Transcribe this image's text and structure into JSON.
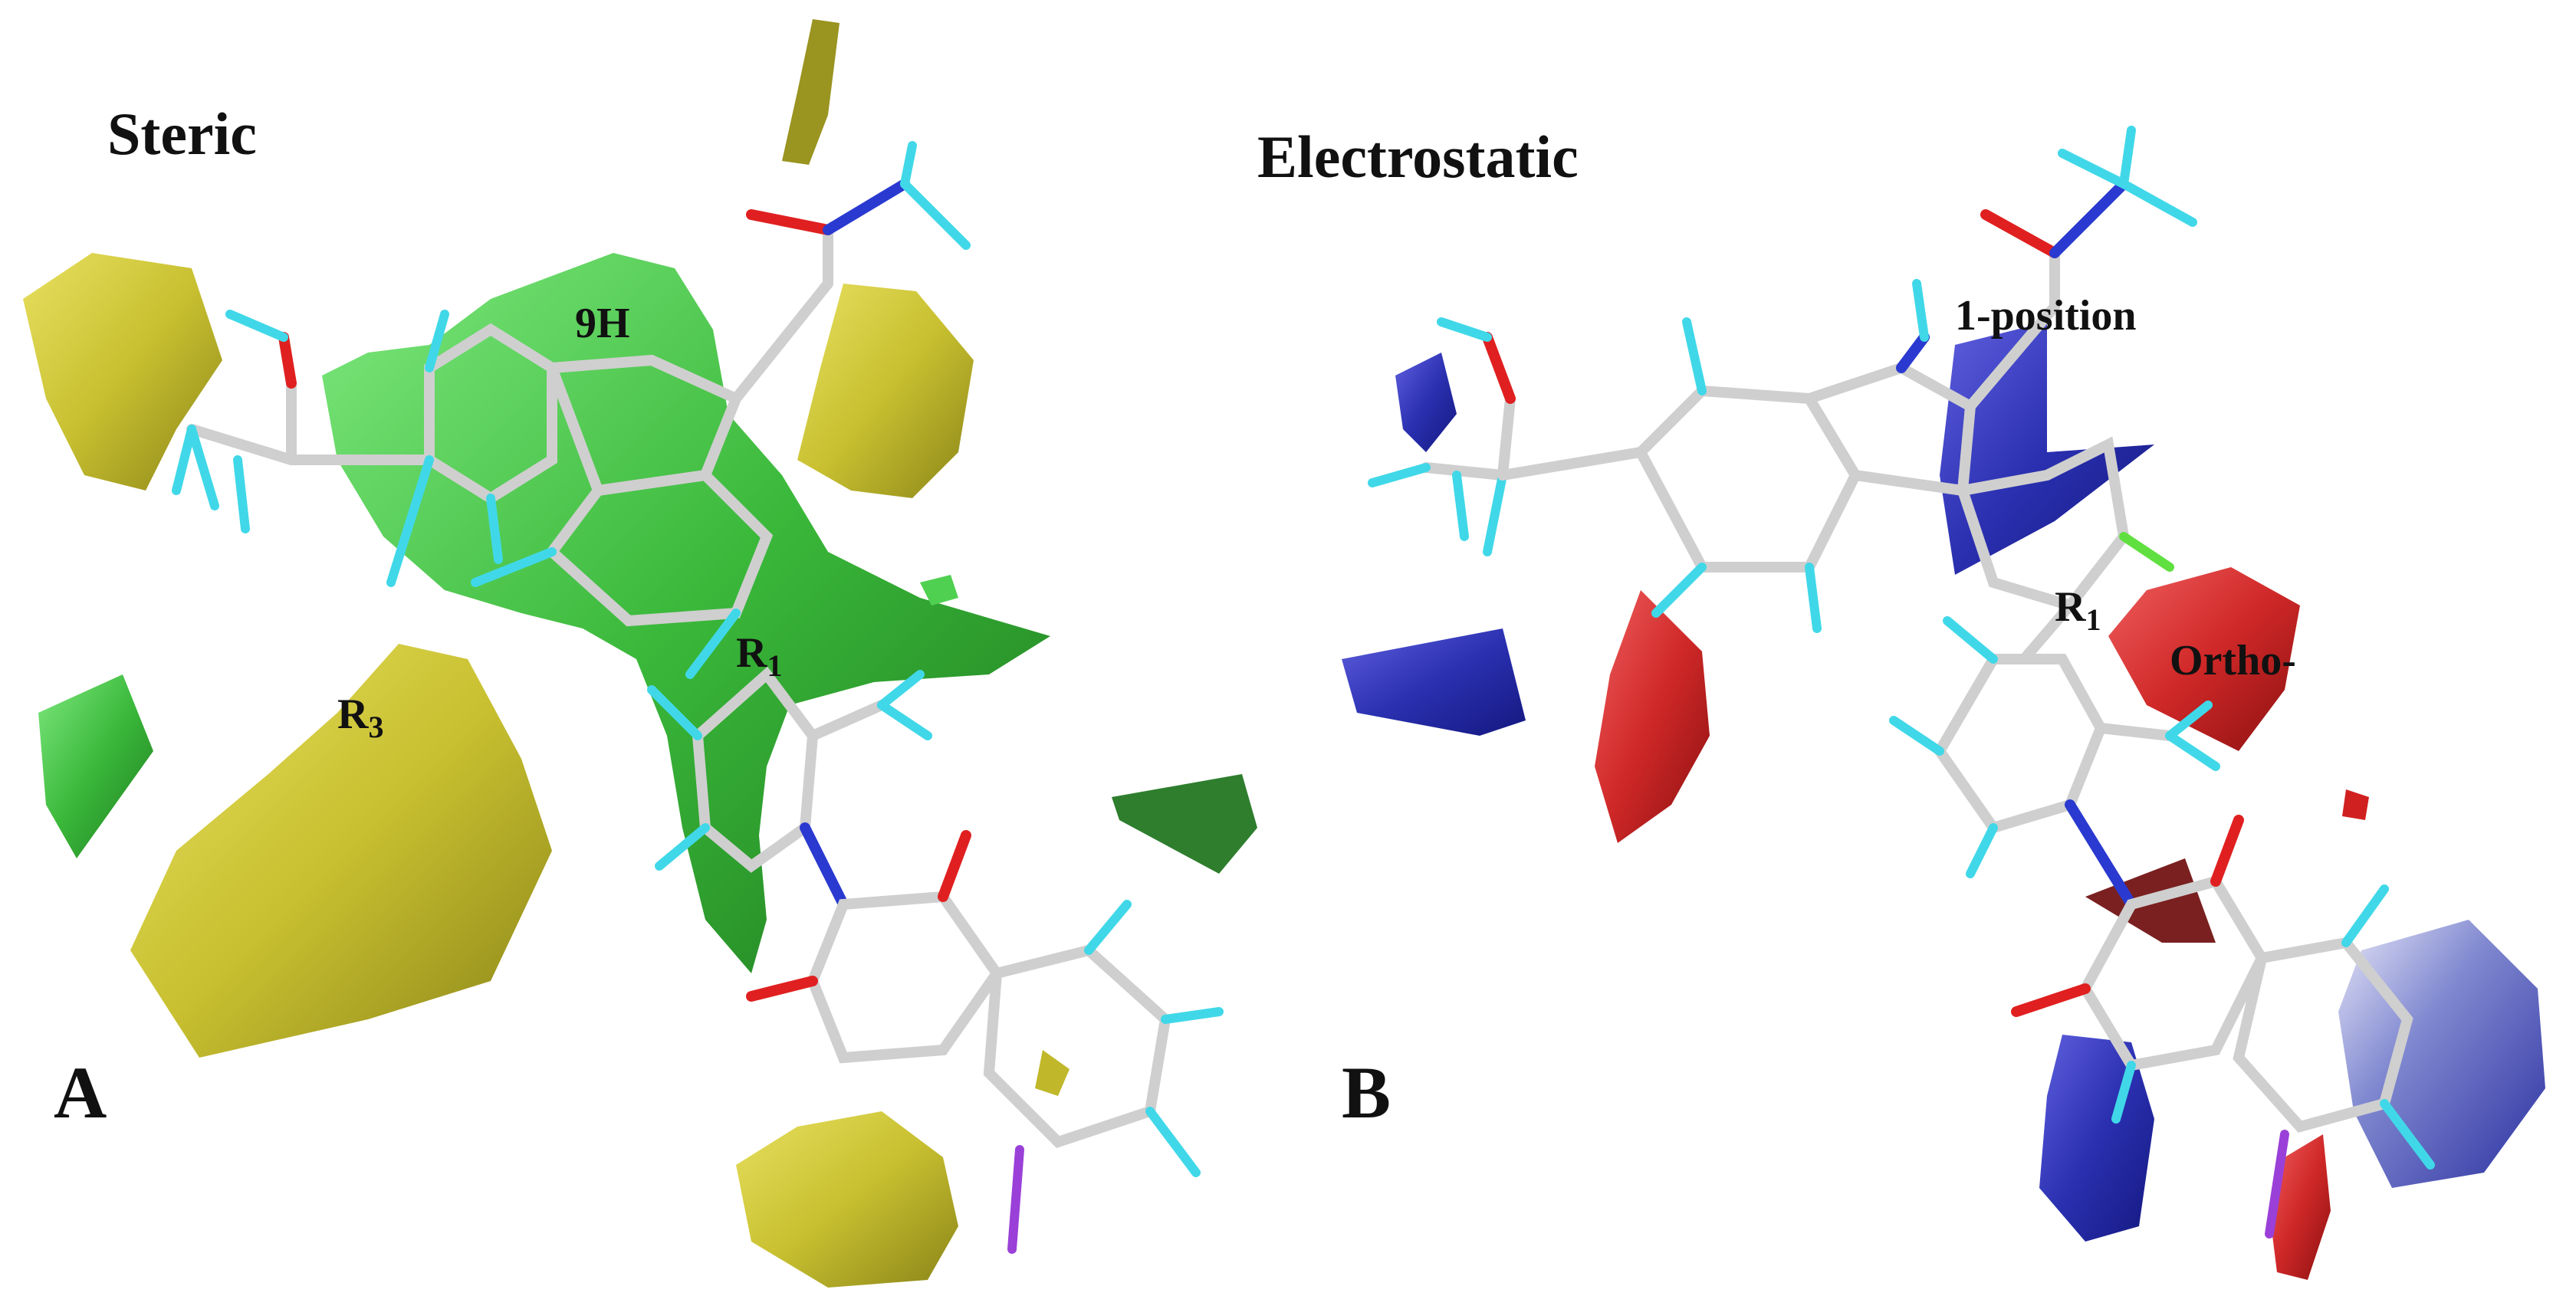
{
  "panel_a": {
    "title": "Steric",
    "letter": "A",
    "labels": {
      "h9": "9H",
      "r1_main": "R",
      "r1_sub": "1",
      "r3_main": "R",
      "r3_sub": "3"
    },
    "colors": {
      "favorable": "#3ab83a",
      "unfavorable": "#c8c030"
    }
  },
  "panel_b": {
    "title": "Electrostatic",
    "letter": "B",
    "labels": {
      "position": "1-position",
      "r1_main": "R",
      "r1_sub": "1",
      "ortho": "Ortho-"
    },
    "colors": {
      "positive": "#2a30b0",
      "negative": "#d02828"
    }
  }
}
